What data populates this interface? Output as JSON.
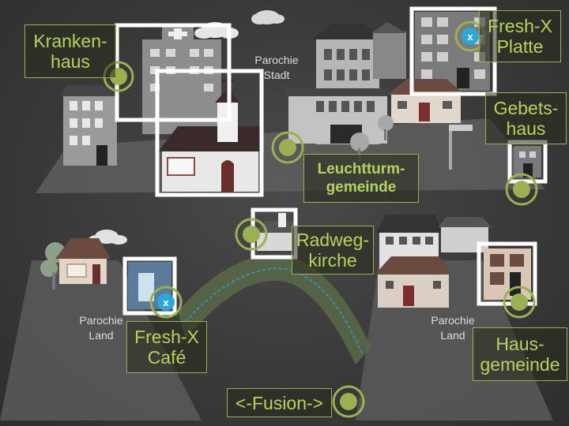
{
  "labels": {
    "krankenhaus": "Kranken-\nhaus",
    "freshx_platte": "Fresh-X\nPlatte",
    "gebetshaus": "Gebets-\nhaus",
    "leuchtturm": "Leuchtturm-\ngemeinde",
    "radwegkirche": "Radweg-\nkirche",
    "freshx_cafe": "Fresh-X\nCafé",
    "hausgemeinde": "Haus-\ngemeinde",
    "fusion": "<-Fusion->"
  },
  "areas": {
    "stadt": "Parochie\nStadt",
    "land_left": "Parochie\nLand",
    "land_right": "Parochie\nLand"
  },
  "marker_icon": "x-mark-icon",
  "colors": {
    "accent": "#9bb050",
    "label_text": "#b5d35c",
    "freshx_blue": "#2aa8d8",
    "background": "#3a3a3a"
  }
}
